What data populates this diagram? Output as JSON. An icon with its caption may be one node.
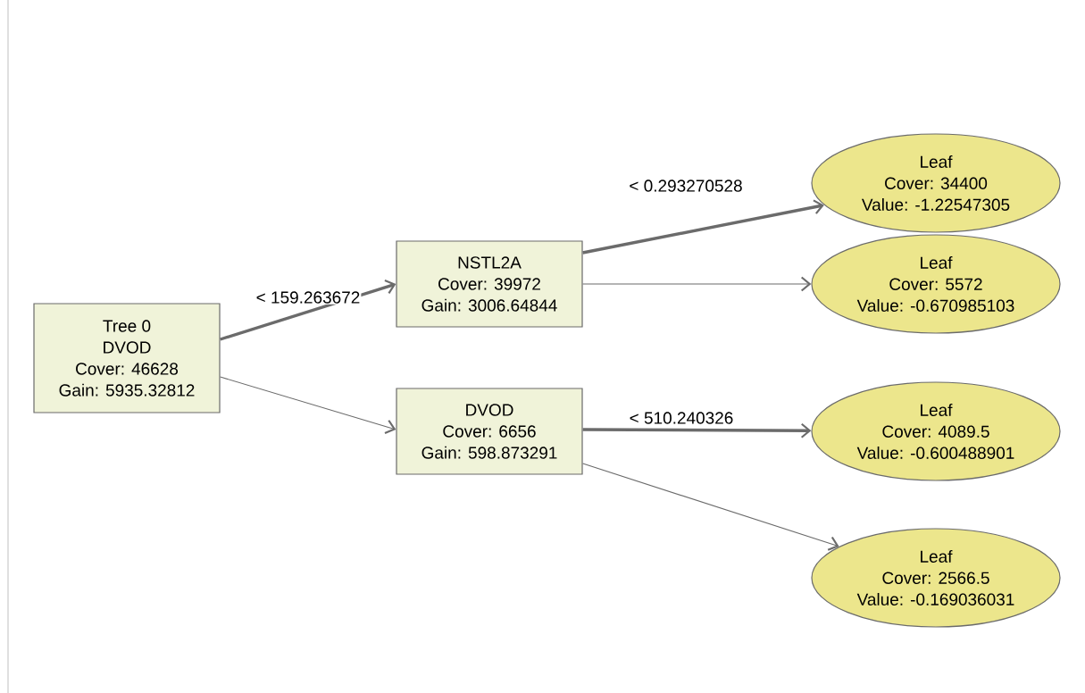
{
  "diagram": {
    "nodes": [
      {
        "text": [
          "Tree 0",
          "DVOD",
          "Cover: 46628",
          "Gain: 5935.32812"
        ]
      },
      {
        "text": [
          "NSTL2A",
          "Cover: 39972",
          "Gain: 3006.64844"
        ]
      },
      {
        "text": [
          "DVOD",
          "Cover: 6656",
          "Gain: 598.873291"
        ]
      },
      {
        "text": [
          "Leaf",
          "Cover: 34400",
          "Value: -1.22547305"
        ]
      },
      {
        "text": [
          "Leaf",
          "Cover: 5572",
          "Value: -0.670985103"
        ]
      },
      {
        "text": [
          "Leaf",
          "Cover: 4089.5",
          "Value: -0.600488901"
        ]
      },
      {
        "text": [
          "Leaf",
          "Cover: 2566.5",
          "Value: -0.169036031"
        ]
      }
    ],
    "edges": [
      {
        "from": 0,
        "to": 1,
        "arrow": "to",
        "label": "< 159.263672",
        "style": "thick"
      },
      {
        "from": 0,
        "to": 2,
        "arrow": "to"
      },
      {
        "from": 1,
        "to": 3,
        "arrow": "to",
        "label": "< 0.293270528",
        "style": "thick"
      },
      {
        "from": 1,
        "to": 4,
        "arrow": "to"
      },
      {
        "from": 2,
        "to": 5,
        "arrow": "to",
        "label": "< 510.240326",
        "style": "thick"
      },
      {
        "from": 2,
        "to": 6,
        "arrow": "to"
      }
    ]
  }
}
